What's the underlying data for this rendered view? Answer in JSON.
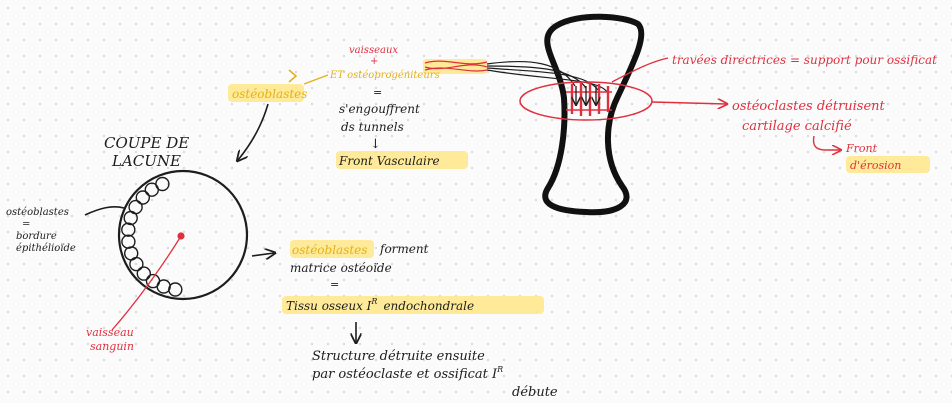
{
  "lacune": {
    "title_line1": "COUPE DE",
    "title_line2": "LACUNE",
    "left_note_line1": "ostéoblastes",
    "left_note_line2": "=",
    "left_note_line3": "bordure",
    "left_note_line4": "épithélioïde",
    "vessel_line1": "vaisseau",
    "vessel_line2": "sanguin"
  },
  "top_center": {
    "vessels_line1": "vaisseaux",
    "vessels_line2": "+",
    "vessels_line3": "ET ostéoprogéniteurs",
    "osteoblastes": "ostéoblastes",
    "equals": "=",
    "engouffrent": "s'engouffrent",
    "tunnels": "ds tunnels",
    "arrow": "↓",
    "front_vasculaire": "Front Vasculaire"
  },
  "middle": {
    "osteoblastes": "ostéoblastes",
    "forment": "forment",
    "matrice": "matrice ostéoïde",
    "equals": "=",
    "tissu_main": "Tissu osseux I",
    "tissu_sup": "R",
    "tissu_tail": "endochondrale",
    "structure_line1": "Structure détruite ensuite",
    "structure_line2_main": "par ostéoclaste et ossificat I",
    "structure_line2_sup": "R",
    "structure_line3": "débute"
  },
  "right": {
    "travees": "travées directrices = support pour ossificat",
    "osteoclastes_line1": "ostéoclastes détruisent",
    "osteoclastes_line2": "cartilage calcifié",
    "front_line1": "Front",
    "front_line2": "d'érosion"
  },
  "colors": {
    "ink": "#1d1d1d",
    "red": "#e0303f",
    "yellow": "#e3b11b",
    "highlight": "#ffe680"
  }
}
